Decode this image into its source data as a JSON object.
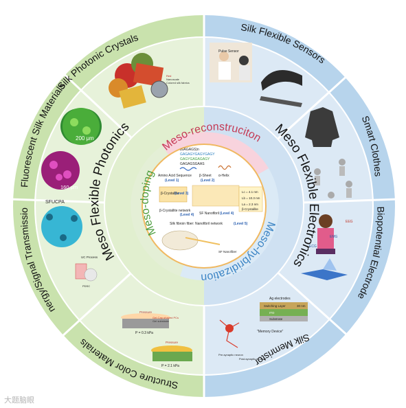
{
  "outer_ring": {
    "top_right": "Silk Flexible Sensors",
    "right_1": "Smart Clothes",
    "right_2": "Biopotential Electrode",
    "bottom_right": "Silk Memristor",
    "bottom_left": "Structure Color Materials",
    "left_2": "Energy/Signal Transmission",
    "left_1": "Fluorescent Silk Materials",
    "top_left": "Silk Photonic Crystals"
  },
  "middle_ring": {
    "left": "Meso Flexible Photonics",
    "right": "Meso Flexible Electronics"
  },
  "inner_ring": {
    "top": "Meso-reconstruciton",
    "left": "Meso-doping",
    "right": "Meso-hybridization"
  },
  "core": {
    "sequence_lines": [
      "(GAGAGS)n",
      "GAGAGYGAGYGAGY",
      "GAGYGAGAGAGY",
      "GAGAGSGAAS"
    ],
    "amino_acid": "Amino Acid Sequence",
    "level1": "(Level 1)",
    "beta_sheet": "β-Sheet",
    "alpha_helix": "α-Helix",
    "level2": "(Level 2)",
    "beta_crystallite": "β-Crystallite",
    "level3": "(Level 3)",
    "beta_network": "β-Crystallite network",
    "level4a": "(Level 4)",
    "sf_nanofibril": "SF Nanofibril",
    "level4b": "(Level 4)",
    "dim1": "Lc = 4.1 nm",
    "dim2": "Lb = 10.3 nm",
    "dim3": "La = 2.3 nm",
    "beta_crystallite_2": "β-Crystallite",
    "fiber_label": "Silk fibroin fiber: Nanofibril network",
    "level5": "(Level 5)",
    "sf_nanofiber": "SF Nanofiber"
  },
  "image_labels": {
    "scale1": "200 μm",
    "scale2": "160 μm",
    "sfucpa": "SFUCPA",
    "uc_process": "UC Process",
    "pdsc": "PDSC",
    "pressure1": "Pressure",
    "gel_pc": "Gel-Cap-shaped PCs",
    "gel_sub": "Gel substrate",
    "p1": "P = 0.3 kPa",
    "pressure2": "Pressure",
    "p2": "P = 2.1 kPa",
    "pulse_sensor": "Pulse Sensor",
    "eeg": "EEG",
    "emg": "EMG",
    "ecg": "ECG",
    "ag_electrodes": "Ag electrodes",
    "switching_layer": "Switching Layer",
    "ito": "ITO",
    "substrate": "Substrate",
    "thickness": "30 nm",
    "memory_device": "\"Memory Device\"",
    "presynaptic": "Pre-synaptic neuron",
    "postsynaptic": "Post-synaptic neuron",
    "red_label": "Red",
    "nano_label": "Nanoscale",
    "colored_label": "Colored silk fabrics"
  },
  "watermark": "大题脑眼",
  "colors": {
    "green_light": "#cfe6b5",
    "green_mid": "#e4f0d4",
    "blue_light": "#bdd7ec",
    "blue_mid": "#d7e7f4",
    "pink": "#f7d3dc",
    "lightblue": "#dbeaf6",
    "lightgreen": "#e3efd4"
  }
}
